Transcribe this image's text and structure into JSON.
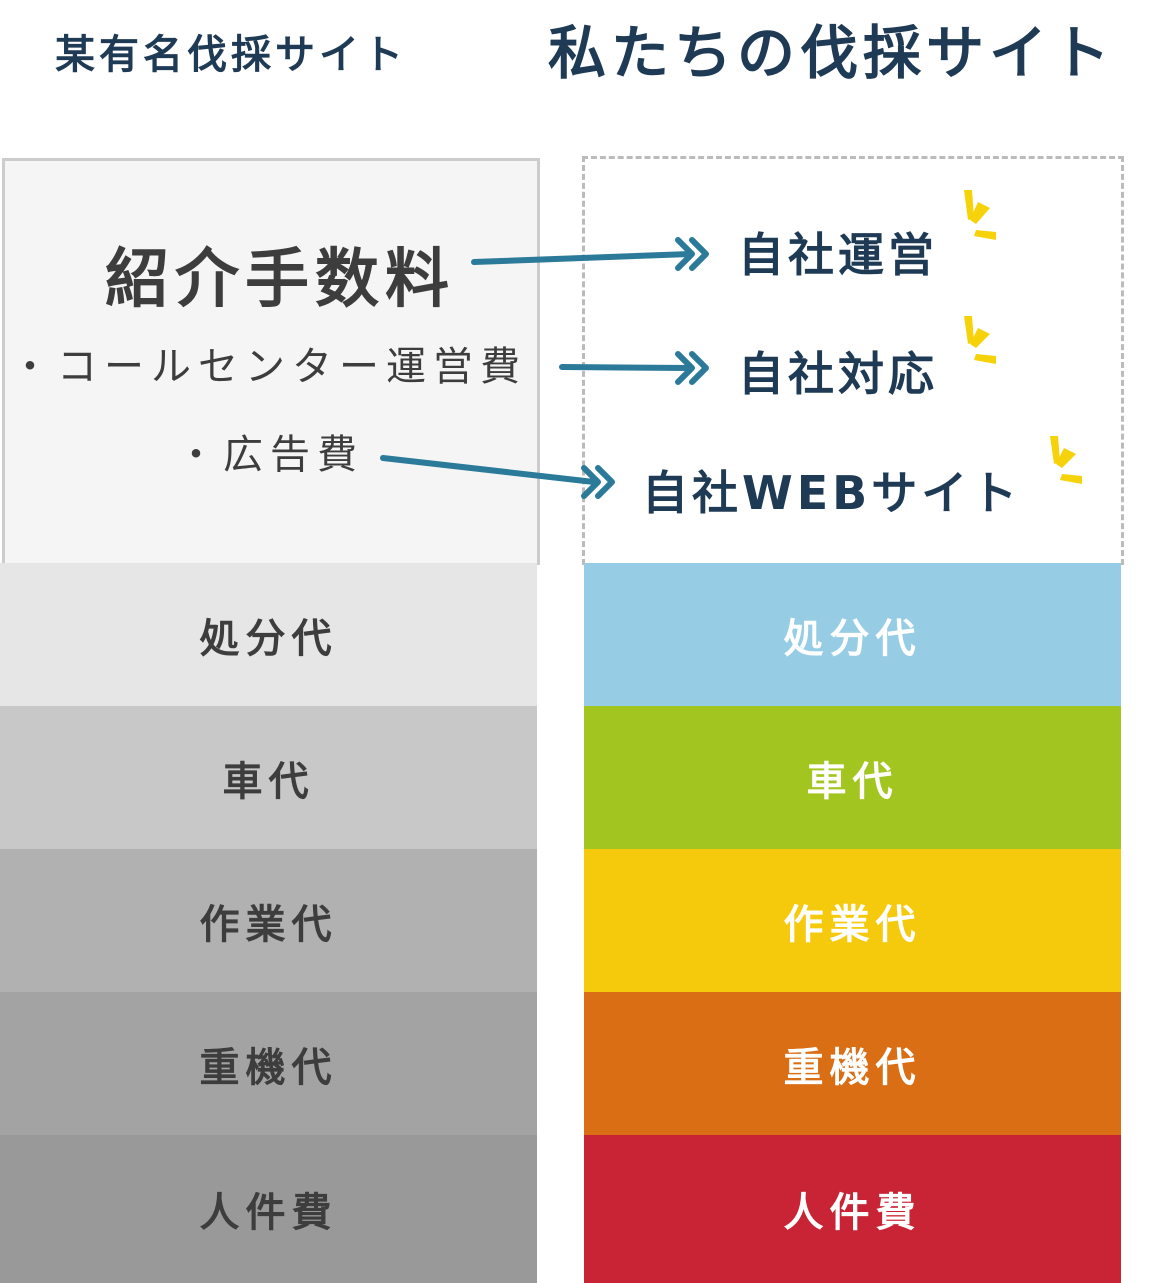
{
  "headings": {
    "left": "某有名伐採サイト",
    "right": "私たちの伐採サイト"
  },
  "left_fees": {
    "title": "紹介手数料",
    "items": [
      "・コールセンター運営費",
      "・広告費"
    ]
  },
  "right_features": [
    "自社運営",
    "自社対応",
    "自社WEBサイト"
  ],
  "cost_rows": {
    "left": [
      {
        "label": "処分代",
        "color": "#e6e6e6"
      },
      {
        "label": "車代",
        "color": "#c8c8c8"
      },
      {
        "label": "作業代",
        "color": "#b1b1b1"
      },
      {
        "label": "重機代",
        "color": "#a3a3a3"
      },
      {
        "label": "人件費",
        "color": "#999999"
      }
    ],
    "right": [
      {
        "label": "処分代",
        "color": "#96cde5"
      },
      {
        "label": "車代",
        "color": "#a3c520"
      },
      {
        "label": "作業代",
        "color": "#f5ca0c"
      },
      {
        "label": "重機代",
        "color": "#d96e15"
      },
      {
        "label": "人件費",
        "color": "#c92336"
      }
    ]
  },
  "colors": {
    "heading": "#1f3a55",
    "arrow": "#2c7a99",
    "sparkle": "#f5d20a"
  },
  "icons": [
    "arrow-right-icon",
    "double-chevron-icon",
    "sparkle-icon"
  ]
}
